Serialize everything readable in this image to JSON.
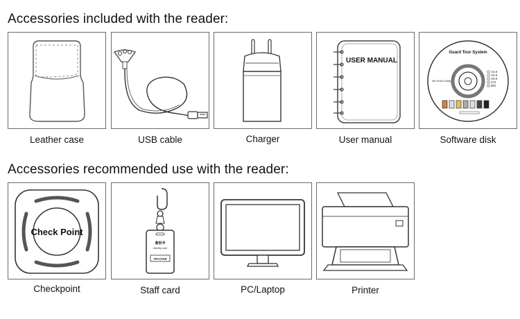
{
  "sections": [
    {
      "title": "Accessories included with the reader:",
      "items": [
        {
          "label": "Leather case",
          "icon": "leather-case-icon"
        },
        {
          "label": "USB cable",
          "icon": "usb-cable-icon"
        },
        {
          "label": "Charger",
          "icon": "charger-icon"
        },
        {
          "label": "User manual",
          "icon": "user-manual-icon",
          "cover_text": "USER MANUAL"
        },
        {
          "label": "Software disk",
          "icon": "software-disk-icon",
          "disc_title": "Guard Tour System",
          "disc_tagline": "We Build Safety",
          "disc_versions": [
            "V2.0",
            "V3.0",
            "V5.0",
            "C/S",
            "B/S"
          ]
        }
      ]
    },
    {
      "title": "Accessories recommended use with the reader:",
      "items": [
        {
          "label": "Checkpoint",
          "icon": "checkpoint-icon",
          "center_text": "Check Point"
        },
        {
          "label": "Staff card",
          "icon": "staff-card-icon",
          "card_title": "身份卡",
          "card_subtitle": "Identity card",
          "card_number": "000123AB"
        },
        {
          "label": "PC/Laptop",
          "icon": "monitor-icon"
        },
        {
          "label": "Printer",
          "icon": "printer-icon"
        }
      ]
    }
  ]
}
